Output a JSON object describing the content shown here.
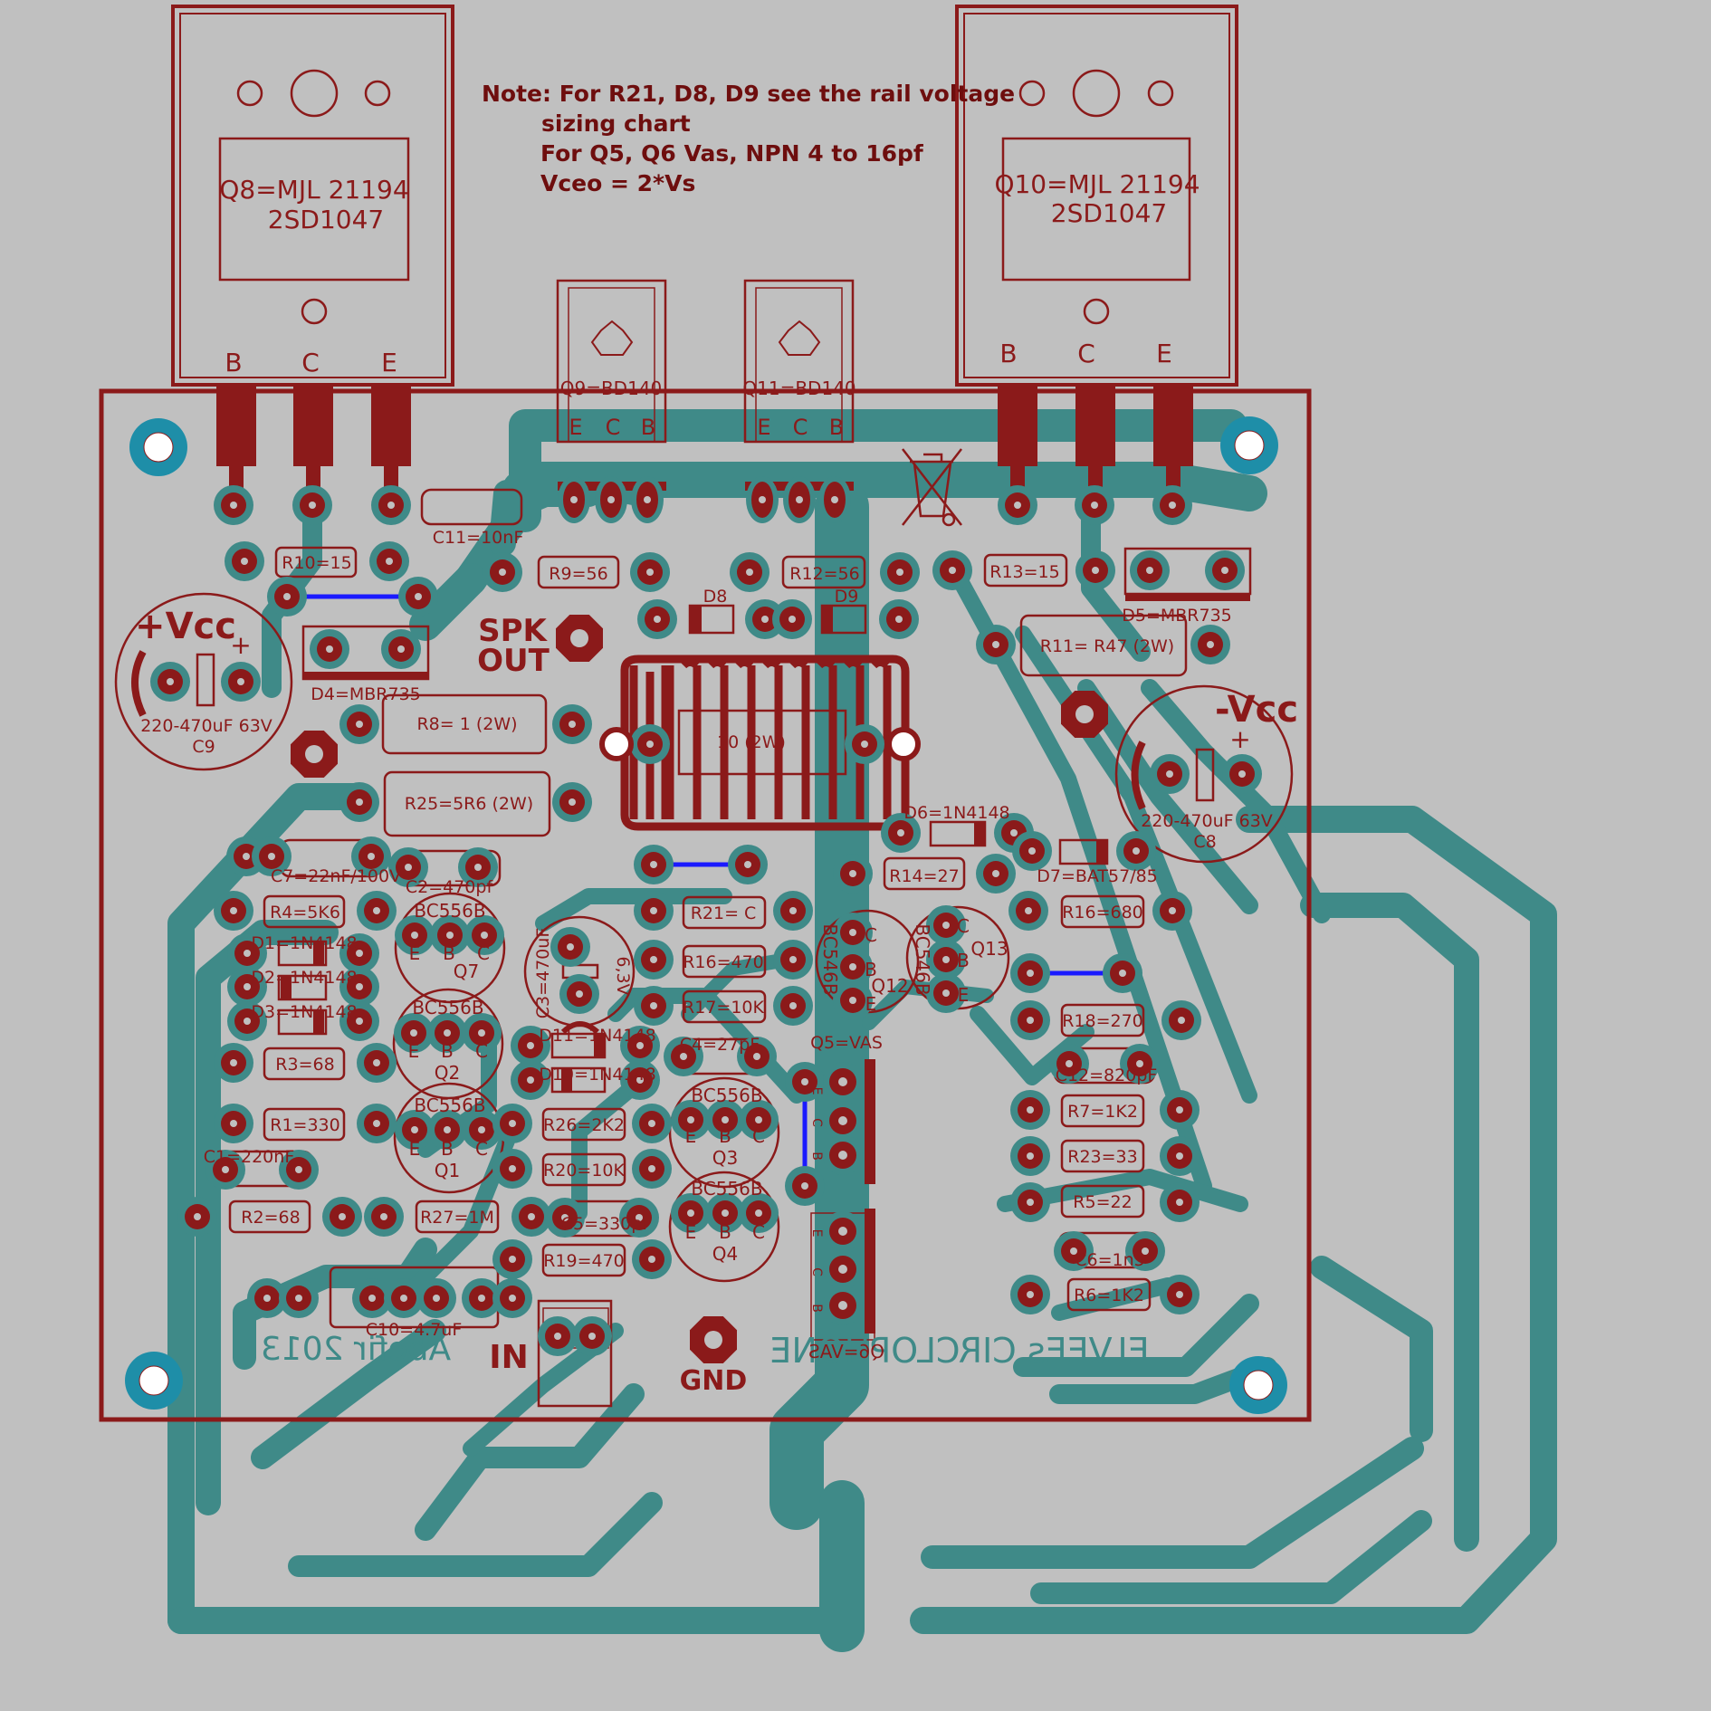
{
  "note": {
    "line1": "Note: For R21, D8, D9 see the rail voltage",
    "line2": "sizing chart",
    "line3": "For Q5, Q6 Vas, NPN 4 to 16pf",
    "line4": "Vceo = 2*Vs"
  },
  "q8": {
    "label1": "Q8=MJL 21194",
    "label2": "2SD1047",
    "pins": [
      "B",
      "C",
      "E"
    ]
  },
  "q10": {
    "label1": "Q10=MJL 21194",
    "label2": "2SD1047",
    "pins": [
      "B",
      "C",
      "E"
    ]
  },
  "q9": {
    "label": "Q9=BD140",
    "pins": [
      "E",
      "C",
      "B"
    ]
  },
  "q11": {
    "label": "Q11=BD140",
    "pins": [
      "E",
      "C",
      "B"
    ]
  },
  "board": {
    "vcc_pos": "+Vcc",
    "vcc_neg": "-Vcc",
    "plus": "+",
    "c9_value": "220-470uF 63V",
    "c9": "C9",
    "c8_value": "220-470uF 63V",
    "c8": "C8",
    "spk_out": [
      "SPK",
      "OUT"
    ],
    "coil": "10 (2W)",
    "in": "IN",
    "gnd": "GND",
    "credit": "Abefir 2013",
    "title": "ELVEEs CIRCLOPHONE"
  },
  "components": {
    "r10": "R10=15",
    "c11": "C11=10nF",
    "r9": "R9=56",
    "r12": "R12=56",
    "r13": "R13=15",
    "d5": "D5=MBR735",
    "d8": "D8",
    "d9": "D9",
    "r11": "R11= R47 (2W)",
    "d4": "D4=MBR735",
    "r8": "R8= 1 (2W)",
    "r25": "R25=5R6 (2W)",
    "c7": "C7=22nF/100V",
    "c2": "C2=470pf",
    "d6": "D6=1N4148",
    "d7": "D7=BAT57/85",
    "r14": "R14=27",
    "r4": "R4=5K6",
    "d1": "D1=1N4148",
    "d2": "D2=1N4148",
    "d3": "D3=1N4148",
    "r21": "R21= C",
    "r16a": "R16=470",
    "r17": "R17=10K",
    "r16b": "R16=680",
    "r18": "R18=270",
    "c12": "C12=820pF",
    "c4": "C4=27pF",
    "r3": "R3=68",
    "d11": "D11=1N4148",
    "d10": "D10=1N4148",
    "c3": "C3=470uF",
    "c3v": "6,3V",
    "q5vas": "Q5=VAS",
    "r7": "R7=1K2",
    "r1": "R1=330",
    "r26": "R26=2K2",
    "r23": "R23=33",
    "c1": "C1=220nF",
    "r20": "R20=10K",
    "r5": "R5=22",
    "r2": "R2=68",
    "r27": "R27=1M",
    "c5": "C5=330pF",
    "c6": "C6=1n5",
    "r19": "R19=470",
    "r6": "R6=1K2",
    "c10": "C10=4.7uF",
    "q6vas": "Q6=VAS"
  },
  "transistors": {
    "q7": {
      "type": "BC556B",
      "name": "Q7",
      "pins": [
        "E",
        "B",
        "C"
      ]
    },
    "q2": {
      "type": "BC556B",
      "name": "Q2",
      "pins": [
        "E",
        "B",
        "C"
      ]
    },
    "q1": {
      "type": "BC556B",
      "name": "Q1",
      "pins": [
        "E",
        "B",
        "C"
      ]
    },
    "q3": {
      "type": "BC556B",
      "name": "Q3",
      "pins": [
        "E",
        "B",
        "C"
      ]
    },
    "q4": {
      "type": "BC556B",
      "name": "Q4",
      "pins": [
        "E",
        "B",
        "C"
      ]
    },
    "q12": {
      "type": "BC546B",
      "name": "Q12",
      "pins": [
        "C",
        "B",
        "E"
      ]
    },
    "q13": {
      "type": "BC546B",
      "name": "Q13",
      "pins": [
        "C",
        "B",
        "E"
      ]
    }
  },
  "vas_pins": [
    "E",
    "C",
    "B"
  ],
  "colors": {
    "board": "#c0c0c0",
    "copper": "#3f8a88",
    "pad": "#8b1a1a",
    "silk": "#8b1a1a",
    "jumper": "#1a1aff",
    "mount": "#1e8ea8"
  }
}
